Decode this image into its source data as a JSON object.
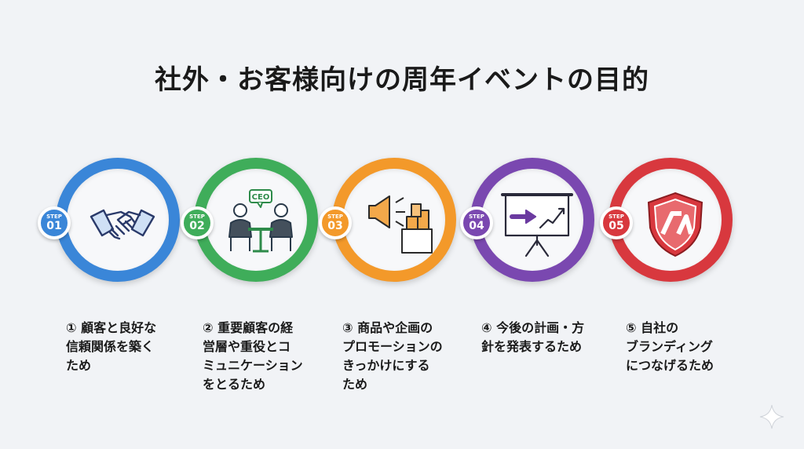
{
  "title": "社外・お客様向けの周年イベントの目的",
  "steps": [
    {
      "badge_label": "STEP",
      "number": "01",
      "color": "#3a86d8",
      "icon": "handshake-icon",
      "caption_lines": [
        "① 顧客と良好な",
        "信頼関係を築く",
        "ため"
      ]
    },
    {
      "badge_label": "STEP",
      "number": "02",
      "color": "#3fad5a",
      "icon": "meeting-icon",
      "icon_text": "CEO",
      "caption_lines": [
        "② 重要顧客の経",
        "営層や重役とコ",
        "ミュニケーション",
        "をとるため"
      ]
    },
    {
      "badge_label": "STEP",
      "number": "03",
      "color": "#f3992a",
      "icon": "megaphone-icon",
      "caption_lines": [
        "③ 商品や企画の",
        "プロモーションの",
        "きっかけにする",
        "ため"
      ]
    },
    {
      "badge_label": "STEP",
      "number": "04",
      "color": "#7a48b0",
      "icon": "presentation-board-icon",
      "caption_lines": [
        "④ 今後の計画・方",
        "針を発表するため"
      ]
    },
    {
      "badge_label": "STEP",
      "number": "05",
      "color": "#d8383e",
      "icon": "shield-emblem-icon",
      "caption_lines": [
        "⑤ 自社の",
        "ブランディング",
        "につなげるため"
      ]
    }
  ],
  "sparkle_icon": "sparkle-icon"
}
